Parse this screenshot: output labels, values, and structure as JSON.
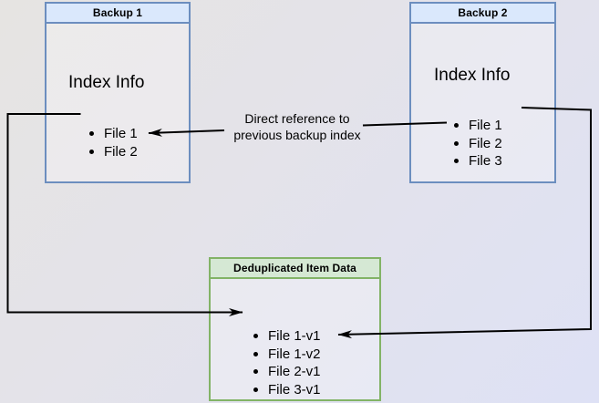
{
  "canvas": {
    "background_top_left": "#e6e4e2",
    "background_bottom_right": "#dee1f5"
  },
  "boxes": {
    "backup1": {
      "title": "Backup 1",
      "body_label": "Index Info",
      "items": [
        "File 1",
        "File 2"
      ],
      "border_color": "#6c8ebf",
      "header_fill": "#dae8fc"
    },
    "backup2": {
      "title": "Backup 2",
      "body_label": "Index Info",
      "items": [
        "File 1",
        "File 2",
        "File 3"
      ],
      "border_color": "#6c8ebf",
      "header_fill": "#dae8fc"
    },
    "dedup": {
      "title": "Deduplicated Item Data",
      "items": [
        "File 1-v1",
        "File 1-v2",
        "File 2-v1",
        "File 3-v1"
      ],
      "border_color": "#82b366",
      "header_fill": "#d5e8d4"
    }
  },
  "annotation": {
    "line1": "Direct reference to",
    "line2": "previous backup index"
  },
  "connectors": [
    {
      "from": "Backup 2 / File 2",
      "to": "Backup 1 / File 2",
      "label": "Direct reference to previous backup index"
    },
    {
      "from": "Backup 1 / File 1",
      "to": "Deduplicated Item Data / File 1-v1",
      "label": ""
    },
    {
      "from": "Backup 2 / File 1",
      "to": "Deduplicated Item Data / File 1-v2",
      "label": ""
    }
  ],
  "colors": {
    "connector_line": "#000000",
    "text": "#000000"
  }
}
